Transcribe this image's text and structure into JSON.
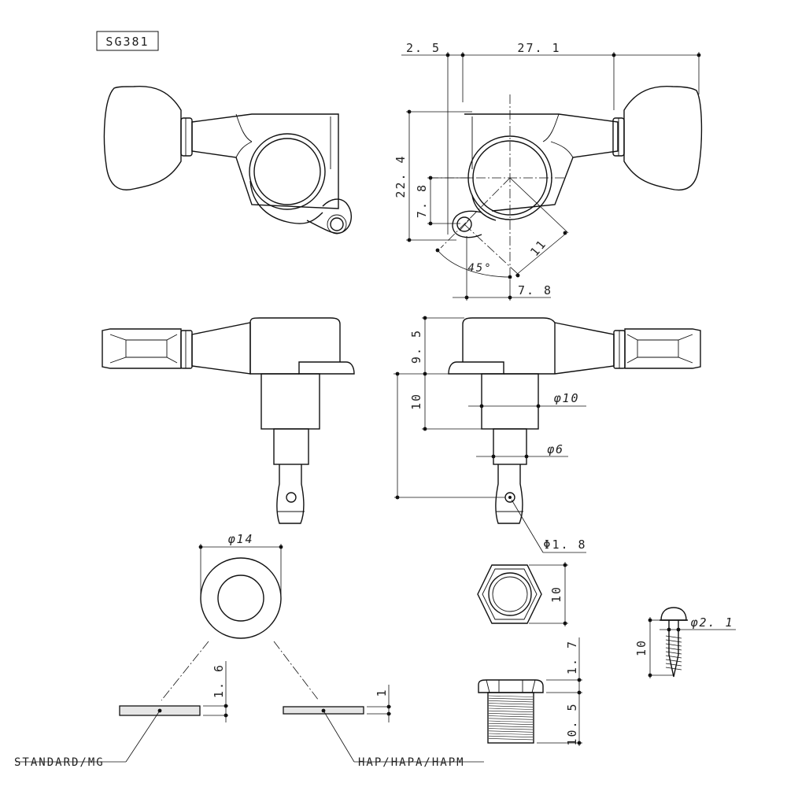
{
  "title": "SG381",
  "dimensions": {
    "d_2_5": "2. 5",
    "d_27_1": "27. 1",
    "d_22_4": "22. 4",
    "d_7_8_vertical": "7. 8",
    "d_11": "11",
    "d_45deg": "45°",
    "d_7_8_horizontal": "7. 8",
    "d_9_5": "9. 5",
    "d_10_post": "10",
    "d_phi10": "φ10",
    "d_phi6": "φ6",
    "d_Phi1_8": "Φ1. 8",
    "d_phi14": "φ14",
    "d_10_nut": "10",
    "d_phi2_1": "φ2. 1",
    "d_10_screw": "10",
    "d_1_6": "1. 6",
    "d_1": "1",
    "d_1_7": "1. 7",
    "d_10_5": "10. 5"
  },
  "labels": {
    "standard": "STANDARD/MG",
    "hap": "HAP/HAPA/HAPM"
  }
}
